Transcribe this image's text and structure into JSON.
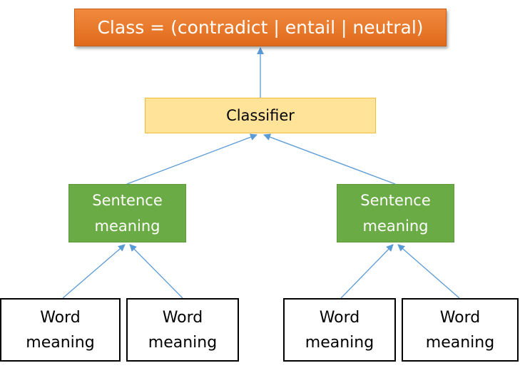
{
  "output": {
    "label": "Class = (contradict | entail | neutral)"
  },
  "classifier": {
    "label": "Classifier"
  },
  "sentences": [
    {
      "line1": "Sentence",
      "line2": "meaning"
    },
    {
      "line1": "Sentence",
      "line2": "meaning"
    }
  ],
  "words": [
    {
      "line1": "Word",
      "line2": "meaning"
    },
    {
      "line1": "Word",
      "line2": "meaning"
    },
    {
      "line1": "Word",
      "line2": "meaning"
    },
    {
      "line1": "Word",
      "line2": "meaning"
    }
  ],
  "colors": {
    "output_fill": "#ed7d31",
    "classifier_fill": "#ffe399",
    "sentence_fill": "#6aab45",
    "arrow": "#5b9bd5"
  }
}
